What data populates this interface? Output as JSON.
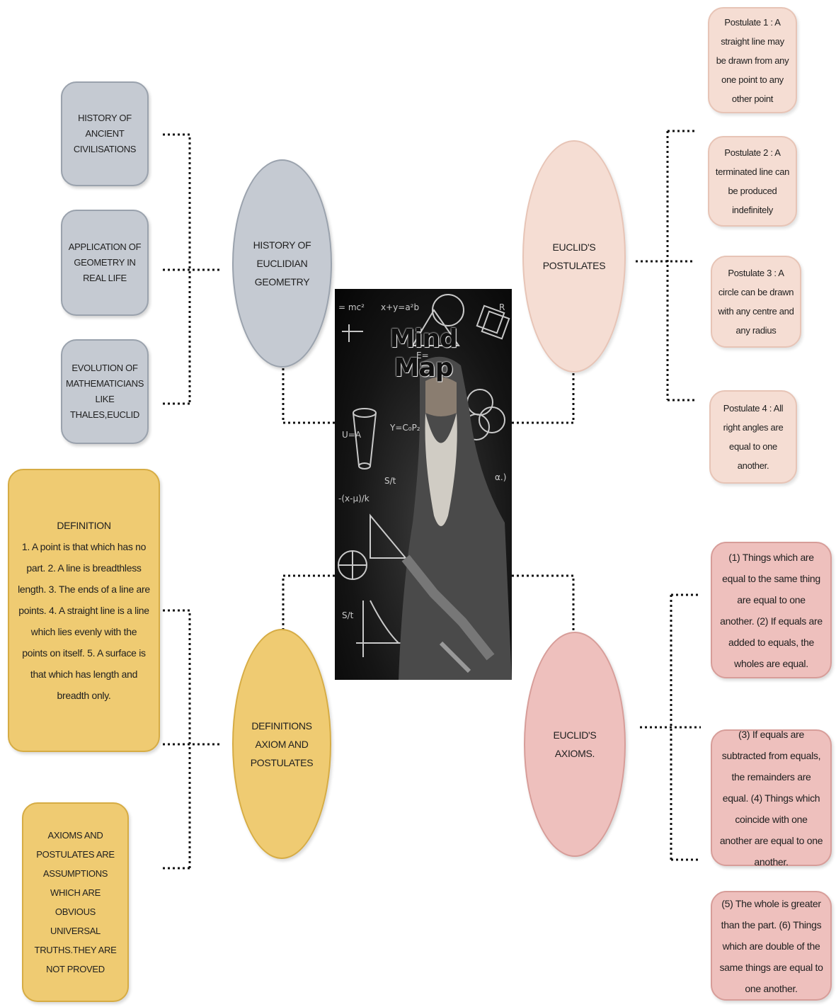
{
  "center": {
    "title": "Mind Map"
  },
  "branches": {
    "history": {
      "title": "HISTORY OF EUCLIDIAN GEOMETRY",
      "items": [
        "HISTORY OF ANCIENT CIVILISATIONS",
        "APPLICATION OF GEOMETRY IN REAL LIFE",
        "EVOLUTION OF MATHEMATICIANS LIKE THALES,EUCLID"
      ]
    },
    "postulates": {
      "title": "EUCLID'S POSTULATES",
      "items": [
        "Postulate 1 : A straight line may be drawn from any one point to any other point",
        "Postulate 2 : A terminated line can be produced indefinitely",
        "Postulate 3 : A circle can be drawn with any centre and any radius",
        "Postulate 4 : All right angles are equal to one another."
      ]
    },
    "definitions": {
      "title": "DEFINITIONS AXIOM AND POSTULATES",
      "items": [
        "DEFINITION\n1. A point is that which has no part. 2. A line is breadthless length. 3. The ends of a line are points. 4. A straight line is a line which lies evenly with the points on itself. 5. A surface is that which has length and breadth only.",
        "AXIOMS AND POSTULATES ARE ASSUMPTIONS WHICH ARE OBVIOUS UNIVERSAL TRUTHS.THEY ARE NOT PROVED"
      ]
    },
    "axioms": {
      "title": "EUCLID'S AXIOMS.",
      "items": [
        "(1) Things which are equal to the same thing are equal to one another. (2) If equals are added to equals, the wholes are equal.",
        "(3) If equals are subtracted from equals, the remainders are equal. (4) Things which coincide with one another are equal to one another.",
        "(5) The whole is greater than the part. (6) Things which are double of the same things are equal to one another."
      ]
    }
  },
  "colors": {
    "history": "#c5cad2",
    "definitions": "#efcb72",
    "postulates": "#f5ddd3",
    "axioms": "#eec0bd"
  }
}
